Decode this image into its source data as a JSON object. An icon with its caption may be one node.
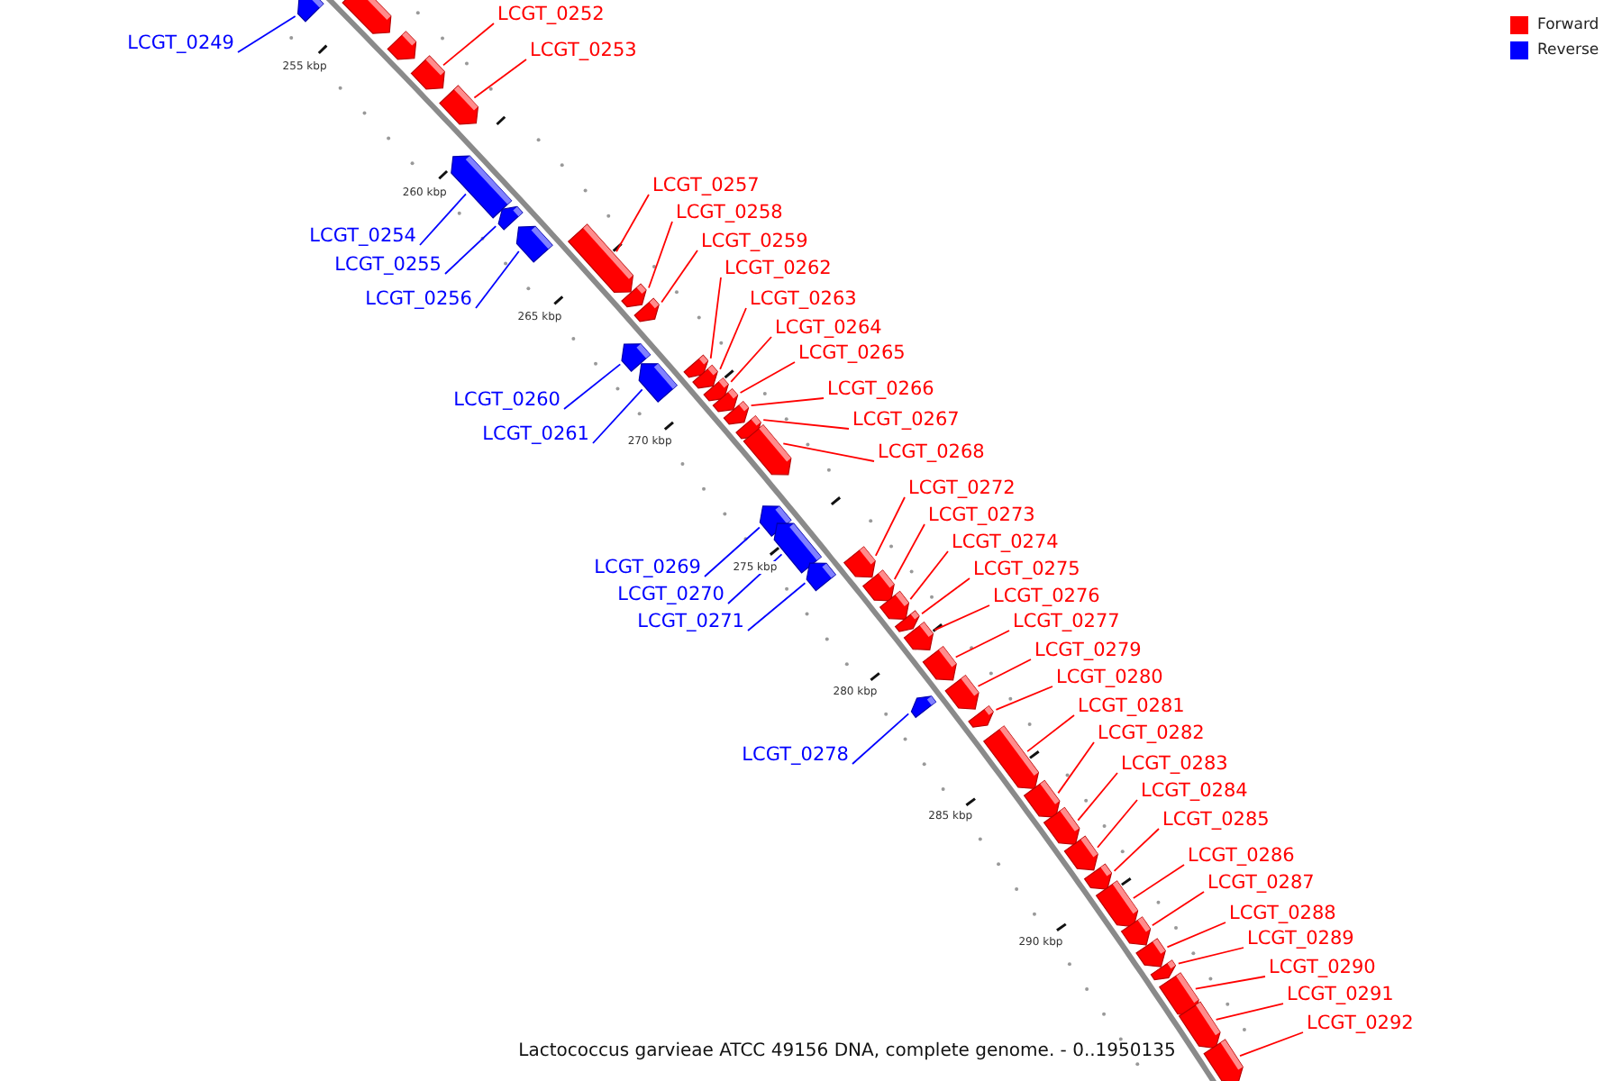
{
  "diagram": {
    "caption": "Lactococcus garvieae ATCC 49156 DNA, complete genome. - 0..1950135",
    "nodes": [
      {
        "text": [],
        "shape": "arrow"
      },
      {
        "text": [
          "LCGT_0249"
        ]
      },
      {
        "text": [],
        "shape": "arrow"
      },
      {
        "text": [],
        "shape": "arrow"
      },
      {
        "text": [
          "LCGT_0252"
        ]
      },
      {
        "text": [],
        "shape": "arrow"
      },
      {
        "text": [
          "LCGT_0253"
        ]
      },
      {
        "text": [],
        "shape": "arrow"
      },
      {
        "text": [
          "LCGT_0254"
        ]
      },
      {
        "text": [],
        "shape": "arrow"
      },
      {
        "text": [
          "LCGT_0255"
        ]
      },
      {
        "text": [],
        "shape": "arrow"
      },
      {
        "text": [
          "LCGT_0256"
        ]
      },
      {
        "text": [],
        "shape": "arrow"
      },
      {
        "text": [
          "LCGT_0257"
        ]
      },
      {
        "text": [],
        "shape": "arrow"
      },
      {
        "text": [
          "LCGT_0258"
        ]
      },
      {
        "text": [],
        "shape": "arrow"
      },
      {
        "text": [
          "LCGT_0259"
        ]
      },
      {
        "text": [],
        "shape": "arrow"
      },
      {
        "text": [
          "LCGT_0260"
        ]
      },
      {
        "text": [],
        "shape": "arrow"
      },
      {
        "text": [
          "LCGT_0261"
        ]
      },
      {
        "text": [],
        "shape": "arrow"
      },
      {
        "text": [
          "LCGT_0262"
        ]
      },
      {
        "text": [],
        "shape": "arrow"
      },
      {
        "text": [
          "LCGT_0263"
        ]
      },
      {
        "text": [],
        "shape": "arrow"
      },
      {
        "text": [
          "LCGT_0264"
        ]
      },
      {
        "text": [],
        "shape": "arrow"
      },
      {
        "text": [
          "LCGT_0265"
        ]
      },
      {
        "text": [],
        "shape": "arrow"
      },
      {
        "text": [
          "LCGT_0266"
        ]
      },
      {
        "text": [],
        "shape": "arrow"
      },
      {
        "text": [
          "LCGT_0267"
        ]
      },
      {
        "text": [],
        "shape": "arrow"
      },
      {
        "text": [
          "LCGT_0268"
        ]
      },
      {
        "text": [],
        "shape": "arrow"
      },
      {
        "text": [
          "LCGT_0269"
        ]
      },
      {
        "text": [],
        "shape": "arrow"
      },
      {
        "text": [
          "LCGT_0270"
        ]
      },
      {
        "text": [],
        "shape": "arrow"
      },
      {
        "text": [
          "LCGT_0271"
        ]
      },
      {
        "text": [],
        "shape": "arrow"
      },
      {
        "text": [
          "LCGT_0272"
        ]
      },
      {
        "text": [],
        "shape": "arrow"
      },
      {
        "text": [
          "LCGT_0273"
        ]
      },
      {
        "text": [],
        "shape": "arrow"
      },
      {
        "text": [
          "LCGT_0274"
        ]
      },
      {
        "text": [],
        "shape": "arrow"
      },
      {
        "text": [
          "LCGT_0275"
        ]
      },
      {
        "text": [],
        "shape": "arrow"
      },
      {
        "text": [
          "LCGT_0276"
        ]
      },
      {
        "text": [],
        "shape": "arrow"
      },
      {
        "text": [
          "LCGT_0277"
        ]
      },
      {
        "text": [],
        "shape": "arrow"
      },
      {
        "text": [
          "LCGT_0278"
        ]
      },
      {
        "text": [],
        "shape": "arrow"
      },
      {
        "text": [
          "LCGT_0279"
        ]
      },
      {
        "text": [],
        "shape": "arrow"
      },
      {
        "text": [
          "LCGT_0280"
        ]
      },
      {
        "text": [],
        "shape": "arrow"
      },
      {
        "text": [
          "LCGT_0281"
        ]
      },
      {
        "text": [],
        "shape": "arrow"
      },
      {
        "text": [
          "LCGT_0282"
        ]
      },
      {
        "text": [],
        "shape": "arrow"
      },
      {
        "text": [
          "LCGT_0283"
        ]
      },
      {
        "text": [],
        "shape": "arrow"
      },
      {
        "text": [
          "LCGT_0284"
        ]
      },
      {
        "text": [],
        "shape": "arrow"
      },
      {
        "text": [
          "LCGT_0285"
        ]
      },
      {
        "text": [],
        "shape": "arrow"
      },
      {
        "text": [
          "LCGT_0286"
        ]
      },
      {
        "text": [],
        "shape": "arrow"
      },
      {
        "text": [
          "LCGT_0287"
        ]
      },
      {
        "text": [],
        "shape": "arrow"
      },
      {
        "text": [
          "LCGT_0288"
        ]
      },
      {
        "text": [],
        "shape": "arrow"
      },
      {
        "text": [
          "LCGT_0289"
        ]
      },
      {
        "text": [],
        "shape": "arrow"
      },
      {
        "text": [
          "LCGT_0290"
        ]
      },
      {
        "text": [],
        "shape": "arrow"
      },
      {
        "text": [
          "LCGT_0291"
        ]
      },
      {
        "text": [],
        "shape": "arrow"
      },
      {
        "text": [
          "LCGT_0292"
        ]
      },
      {
        "text": [],
        "shape": "arrow"
      }
    ],
    "edges": [
      {
        "from": 1,
        "to": 2,
        "arrow": "none",
        "color": "#0000ff"
      },
      {
        "from": 4,
        "to": 5,
        "arrow": "none"
      },
      {
        "from": 6,
        "to": 7,
        "arrow": "none"
      },
      {
        "from": 8,
        "to": 9,
        "arrow": "none",
        "color": "#0000ff"
      },
      {
        "from": 10,
        "to": 11,
        "arrow": "none",
        "color": "#0000ff"
      },
      {
        "from": 12,
        "to": 13,
        "arrow": "none",
        "color": "#0000ff"
      },
      {
        "from": 14,
        "to": 15,
        "arrow": "none"
      },
      {
        "from": 16,
        "to": 17,
        "arrow": "none"
      },
      {
        "from": 18,
        "to": 19,
        "arrow": "none"
      },
      {
        "from": 20,
        "to": 21,
        "arrow": "none",
        "color": "#0000ff"
      },
      {
        "from": 22,
        "to": 23,
        "arrow": "none",
        "color": "#0000ff"
      },
      {
        "from": 24,
        "to": 25,
        "arrow": "none"
      },
      {
        "from": 26,
        "to": 27,
        "arrow": "none"
      },
      {
        "from": 28,
        "to": 29,
        "arrow": "none"
      },
      {
        "from": 30,
        "to": 31,
        "arrow": "none"
      },
      {
        "from": 32,
        "to": 33,
        "arrow": "none"
      },
      {
        "from": 34,
        "to": 35,
        "arrow": "none"
      },
      {
        "from": 36,
        "to": 37,
        "arrow": "none"
      },
      {
        "from": 38,
        "to": 39,
        "arrow": "none",
        "color": "#0000ff"
      },
      {
        "from": 40,
        "to": 41,
        "arrow": "none",
        "color": "#0000ff"
      },
      {
        "from": 42,
        "to": 43,
        "arrow": "none",
        "color": "#0000ff"
      },
      {
        "from": 44,
        "to": 45,
        "arrow": "none"
      },
      {
        "from": 46,
        "to": 47,
        "arrow": "none"
      },
      {
        "from": 48,
        "to": 49,
        "arrow": "none"
      },
      {
        "from": 50,
        "to": 51,
        "arrow": "none"
      },
      {
        "from": 52,
        "to": 53,
        "arrow": "none"
      },
      {
        "from": 54,
        "to": 55,
        "arrow": "none"
      },
      {
        "from": 56,
        "to": 57,
        "arrow": "none",
        "color": "#0000ff"
      },
      {
        "from": 58,
        "to": 59,
        "arrow": "none"
      },
      {
        "from": 60,
        "to": 61,
        "arrow": "none"
      },
      {
        "from": 62,
        "to": 63,
        "arrow": "none"
      },
      {
        "from": 64,
        "to": 65,
        "arrow": "none"
      },
      {
        "from": 66,
        "to": 67,
        "arrow": "none"
      },
      {
        "from": 68,
        "to": 69,
        "arrow": "none"
      },
      {
        "from": 70,
        "to": 71,
        "arrow": "none"
      },
      {
        "from": 72,
        "to": 73,
        "arrow": "none"
      },
      {
        "from": 74,
        "to": 75,
        "arrow": "none"
      },
      {
        "from": 76,
        "to": 77,
        "arrow": "none"
      },
      {
        "from": 78,
        "to": 79,
        "arrow": "none"
      },
      {
        "from": 80,
        "to": 81,
        "arrow": "none"
      },
      {
        "from": 82,
        "to": 83,
        "arrow": "none"
      },
      {
        "from": 84,
        "to": 85,
        "arrow": "none"
      }
    ],
    "labels": [
      "255 kbp",
      "260 kbp",
      "265 kbp",
      "270 kbp",
      "275 kbp",
      "280 kbp",
      "285 kbp",
      "290 kbp"
    ],
    "legend": [
      {
        "text": "Forward",
        "color": "#ff0000"
      },
      {
        "text": "Reverse",
        "color": "#0000ff"
      }
    ]
  }
}
